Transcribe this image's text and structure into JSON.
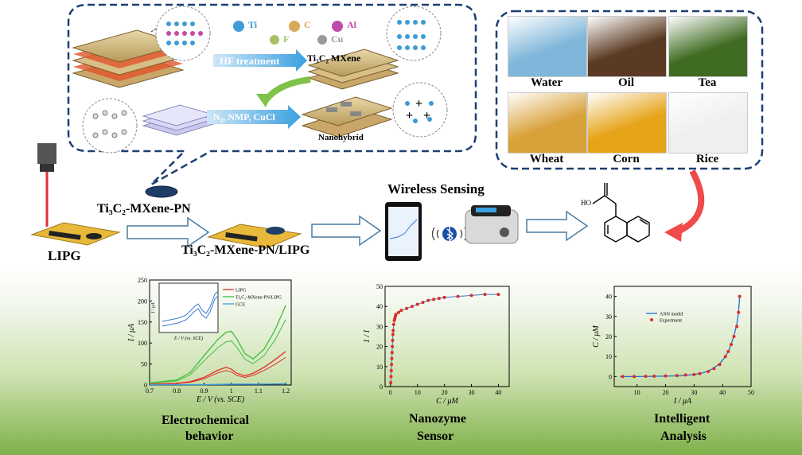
{
  "synthesis": {
    "legend": [
      {
        "symbol": "Ti",
        "color": "#3d9bd6"
      },
      {
        "symbol": "C",
        "color": "#d9a85a"
      },
      {
        "symbol": "Al",
        "color": "#c04aa8"
      },
      {
        "symbol": "F",
        "color": "#a7c060"
      },
      {
        "symbol": "Cu",
        "color": "#9a9a9a"
      }
    ],
    "hf_label": "HF treatment",
    "mxene_label": "Ti₃C₂ MXene",
    "n2_label": "N₂, NMP, CuCl",
    "nanohybrid_label": "Nanohybrid"
  },
  "foods": [
    {
      "name": "Water",
      "color": "#7fb6d9"
    },
    {
      "name": "Oil",
      "color": "#5a3a22"
    },
    {
      "name": "Tea",
      "color": "#3f6b22"
    },
    {
      "name": "Wheat",
      "color": "#d9a13a"
    },
    {
      "name": "Corn",
      "color": "#e6a419"
    },
    {
      "name": "Rice",
      "color": "#efefef"
    }
  ],
  "flow": {
    "lipg": "LIPG",
    "mxene_pn": "Ti₃C₂-MXene-PN",
    "mxene_pn_lipg": "Ti₃C₂-MXene-PN/LIPG",
    "wireless": "Wireless Sensing",
    "molecule_label": "HO"
  },
  "sections": {
    "electro": [
      "Electrochemical",
      "behavior"
    ],
    "nanozyme": [
      "Nanozyme",
      "Sensor"
    ],
    "intelligent": [
      "Intelligent",
      "Analysis"
    ]
  },
  "chart_data": [
    {
      "type": "line",
      "xlabel": "E / V (vs. SCE)",
      "ylabel": "I / μA",
      "xlim": [
        0.7,
        1.22
      ],
      "ylim": [
        0,
        250
      ],
      "xticks": [
        0.7,
        0.8,
        0.9,
        1.0,
        1.1,
        1.2
      ],
      "yticks": [
        0,
        50,
        100,
        150,
        200,
        250
      ],
      "series": [
        {
          "name": "LIPG",
          "color": "#e0302a",
          "x": [
            0.7,
            0.8,
            0.85,
            0.9,
            0.95,
            0.98,
            1.0,
            1.02,
            1.05,
            1.08,
            1.12,
            1.16,
            1.2
          ],
          "y": [
            2,
            4,
            8,
            18,
            35,
            42,
            38,
            28,
            22,
            28,
            42,
            60,
            80
          ]
        },
        {
          "name": "Ti₃C₂-MXene-PN/LIPG",
          "color": "#3fbf3f",
          "x": [
            0.7,
            0.8,
            0.85,
            0.9,
            0.95,
            0.98,
            1.0,
            1.02,
            1.05,
            1.08,
            1.12,
            1.16,
            1.2
          ],
          "y": [
            5,
            12,
            30,
            70,
            108,
            125,
            128,
            110,
            75,
            62,
            85,
            130,
            190
          ]
        },
        {
          "name": "GCE",
          "color": "#3a9be0",
          "x": [
            0.7,
            0.8,
            0.9,
            1.0,
            1.1,
            1.2
          ],
          "y": [
            1,
            1,
            1,
            2,
            2,
            3
          ]
        }
      ],
      "inset": {
        "xlabel": "E / V (vs. SCE)",
        "ylabel": "I / μA"
      }
    },
    {
      "type": "scatter",
      "xlabel": "C / μM",
      "ylabel": "1 / I",
      "xlim": [
        -2,
        44
      ],
      "ylim": [
        0,
        50
      ],
      "xticks": [
        0,
        10,
        20,
        30,
        40
      ],
      "yticks": [
        0,
        10,
        20,
        30,
        40,
        50
      ],
      "x": [
        0.1,
        0.2,
        0.3,
        0.4,
        0.5,
        0.6,
        0.7,
        0.8,
        0.9,
        1.0,
        1.2,
        1.4,
        1.6,
        1.8,
        2,
        3,
        4,
        6,
        8,
        10,
        12,
        14,
        16,
        18,
        20,
        25,
        30,
        35,
        40
      ],
      "y": [
        2,
        5,
        8,
        11,
        14,
        17,
        20,
        23,
        26,
        28,
        31,
        33,
        34,
        35,
        36,
        37,
        38,
        39,
        40,
        41,
        42,
        43,
        43.5,
        44,
        44.5,
        45,
        45.5,
        46,
        46
      ]
    },
    {
      "type": "line",
      "xlabel": "I / μA",
      "ylabel": "C / μM",
      "xlim": [
        2,
        50
      ],
      "ylim": [
        -5,
        45
      ],
      "xticks": [
        10,
        20,
        30,
        40,
        50
      ],
      "yticks": [
        0,
        10,
        20,
        30,
        40
      ],
      "series": [
        {
          "name": "ANN model",
          "color": "#1f6fd0",
          "x": [
            4,
            10,
            15,
            20,
            25,
            30,
            33,
            35,
            37,
            39,
            41,
            42,
            43,
            44,
            45,
            45.6,
            46
          ],
          "y": [
            0,
            0,
            0.1,
            0.2,
            0.4,
            1,
            1.8,
            2.8,
            4.3,
            6.5,
            10,
            12.5,
            16,
            20.5,
            26,
            32,
            40
          ]
        },
        {
          "name": "Experiment",
          "color": "#e02a2a",
          "x": [
            5,
            9,
            13,
            16,
            20,
            24,
            27,
            30,
            32,
            35,
            37,
            39,
            41,
            42,
            43,
            44,
            45,
            45.6,
            46
          ],
          "y": [
            0,
            0,
            0.1,
            0.2,
            0.3,
            0.5,
            0.8,
            1,
            1.5,
            2.5,
            4,
            6,
            10,
            12.5,
            16,
            20,
            25,
            32,
            40
          ]
        }
      ]
    }
  ]
}
